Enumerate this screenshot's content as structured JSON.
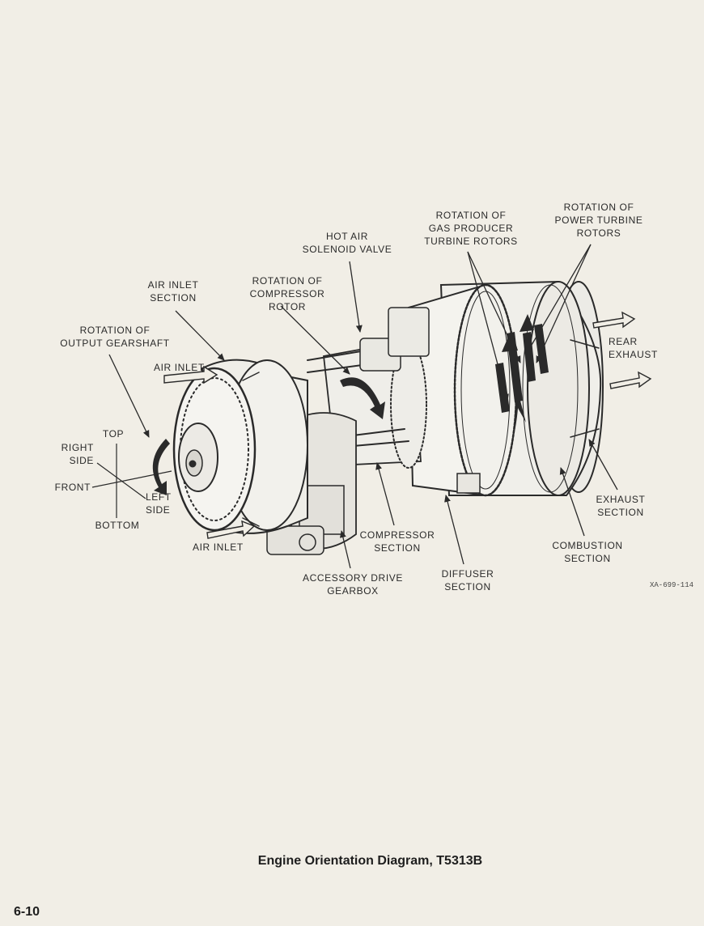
{
  "labels": {
    "rotation_output_gearshaft": "ROTATION OF\nOUTPUT GEARSHAFT",
    "air_inlet_section": "AIR INLET\nSECTION",
    "rotation_compressor_rotor": "ROTATION OF\nCOMPRESSOR ROTOR",
    "hot_air_solenoid_valve": "HOT AIR\nSOLENOID VALVE",
    "rotation_gas_producer": "ROTATION OF\nGAS PRODUCER\nTURBINE ROTORS",
    "rotation_power_turbine": "ROTATION OF\nPOWER TURBINE\nROTORS",
    "air_inlet_top": "AIR INLET",
    "air_inlet_bottom": "AIR INLET",
    "rear_exhaust": "REAR\nEXHAUST",
    "top": "TOP",
    "right_side": "RIGHT\nSIDE",
    "front": "FRONT",
    "left_side": "LEFT\nSIDE",
    "bottom": "BOTTOM",
    "compressor_section": "COMPRESSOR\nSECTION",
    "accessory_drive_gearbox": "ACCESSORY DRIVE\nGEARBOX",
    "diffuser_section": "DIFFUSER\nSECTION",
    "combustion_section": "COMBUSTION\nSECTION",
    "exhaust_section": "EXHAUST\nSECTION"
  },
  "reference_code": "XA-699-114",
  "caption": "Engine Orientation Diagram, T5313B",
  "page_number": "6-10",
  "colors": {
    "ink": "#2a2a2a",
    "paper": "#f1eee6"
  }
}
